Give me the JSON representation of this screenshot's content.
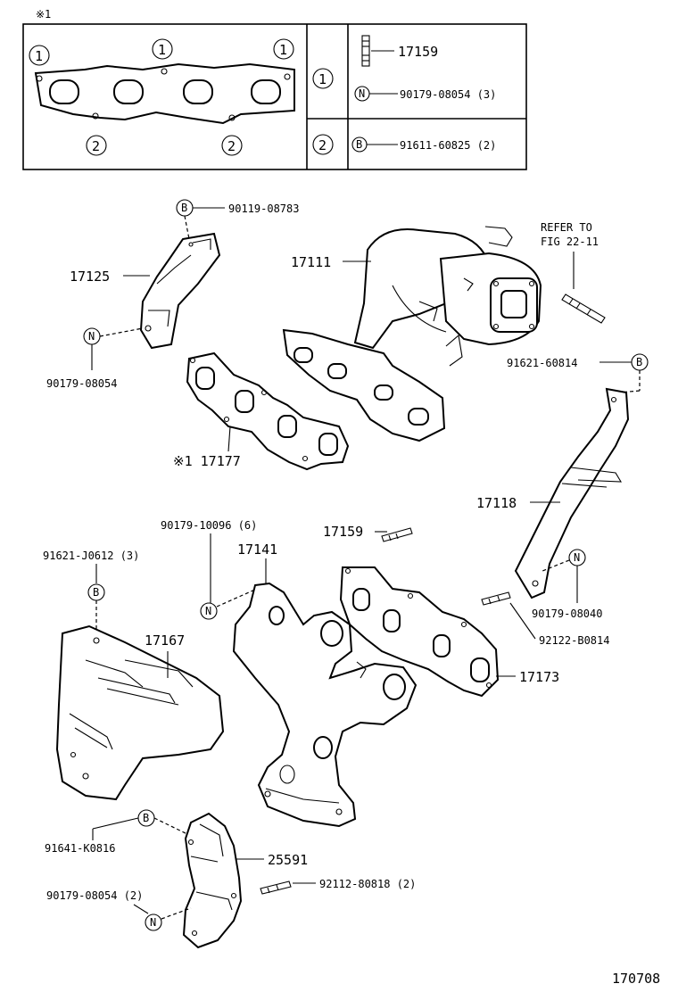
{
  "inset": {
    "marker": "※1",
    "circle_1": "1",
    "circle_2": "2",
    "rows": [
      {
        "key": "1",
        "items": [
          {
            "icon": "stud",
            "text": "17159"
          },
          {
            "icon": "N",
            "text": "90179-08054 (3)"
          }
        ]
      },
      {
        "key": "2",
        "items": [
          {
            "icon": "B",
            "text": "91611-60825 (2)"
          }
        ]
      }
    ]
  },
  "badges": {
    "B": "B",
    "N": "N"
  },
  "labels": {
    "l_90119_08783": "90119-08783",
    "l_17125": "17125",
    "l_90179_08054_a": "90179-08054",
    "l_17111": "17111",
    "l_refer": "REFER TO",
    "l_fig": "FIG 22-11",
    "l_91621_60814": "91621-60814",
    "l_17177": "※1 17177",
    "l_17118": "17118",
    "l_90179_10096": "90179-10096 (6)",
    "l_17159": "17159",
    "l_17141": "17141",
    "l_91621_J0612": "91621-J0612 (3)",
    "l_17167": "17167",
    "l_90179_08040": "90179-08040",
    "l_92122_B0814": "92122-B0814",
    "l_17173": "17173",
    "l_91641_K0816": "91641-K0816",
    "l_25591": "25591",
    "l_90179_08054_b": "90179-08054 (2)",
    "l_92112_80818": "92112-80818 (2)",
    "fig_number": "170708"
  }
}
